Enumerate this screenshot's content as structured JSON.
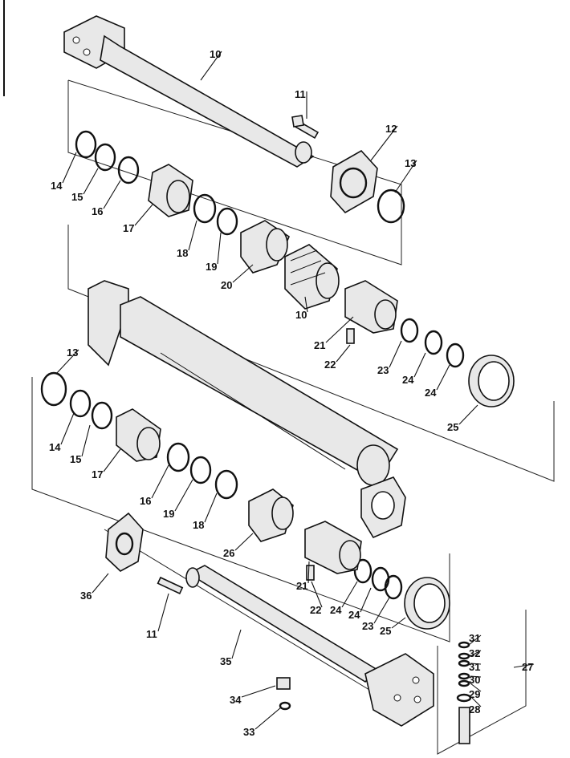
{
  "diagram": {
    "title": "Hydraulic cylinder exploded view",
    "callouts": [
      "10",
      "11",
      "12",
      "13",
      "14",
      "15",
      "16",
      "17",
      "18",
      "19",
      "20",
      "10",
      "21",
      "22",
      "23",
      "24",
      "24",
      "25",
      "13",
      "14",
      "15",
      "17",
      "16",
      "19",
      "18",
      "26",
      "36",
      "21",
      "22",
      "24",
      "24",
      "23",
      "25",
      "11",
      "35",
      "31",
      "32",
      "31",
      "30",
      "29",
      "28",
      "27",
      "34",
      "33"
    ]
  }
}
